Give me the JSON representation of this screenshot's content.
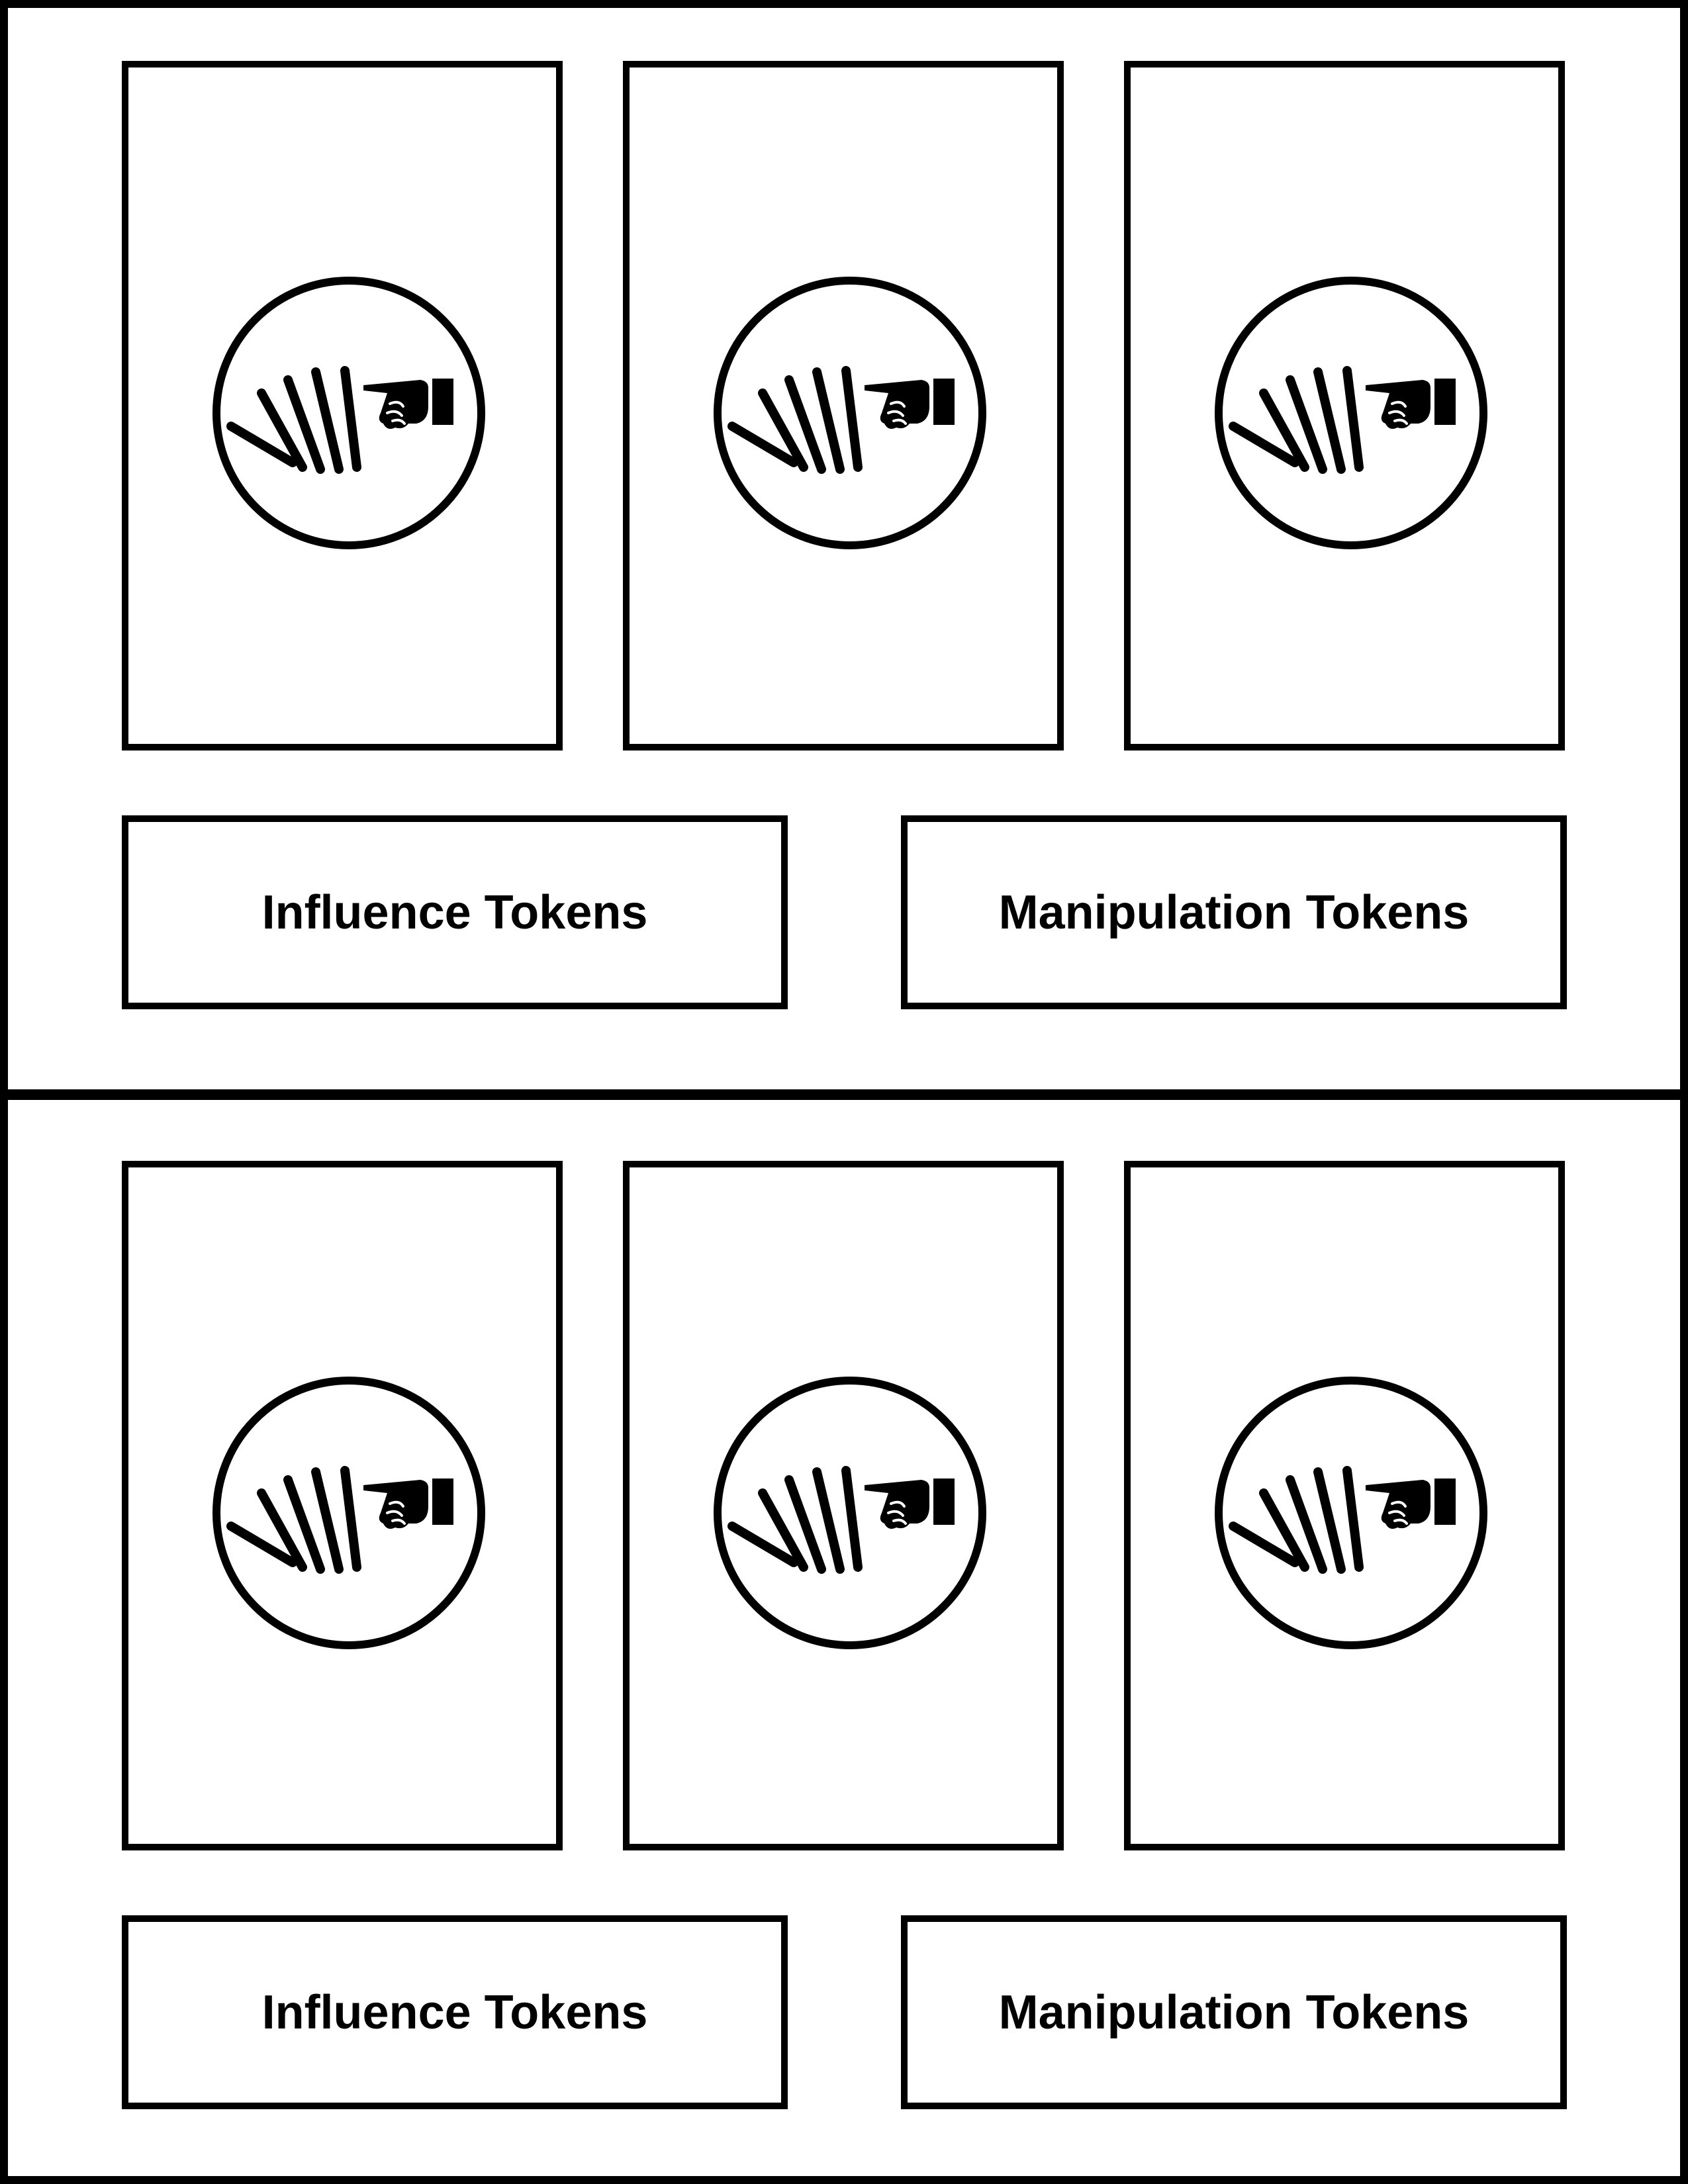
{
  "boards": [
    {
      "card_slots": [
        {
          "icon": "pointing-hand-dominoes-icon"
        },
        {
          "icon": "pointing-hand-dominoes-icon"
        },
        {
          "icon": "pointing-hand-dominoes-icon"
        }
      ],
      "influence_label": "Influence Tokens",
      "manipulation_label": "Manipulation Tokens"
    },
    {
      "card_slots": [
        {
          "icon": "pointing-hand-dominoes-icon"
        },
        {
          "icon": "pointing-hand-dominoes-icon"
        },
        {
          "icon": "pointing-hand-dominoes-icon"
        }
      ],
      "influence_label": "Influence Tokens",
      "manipulation_label": "Manipulation Tokens"
    }
  ],
  "colors": {
    "line": "#000000",
    "background": "#ffffff"
  }
}
